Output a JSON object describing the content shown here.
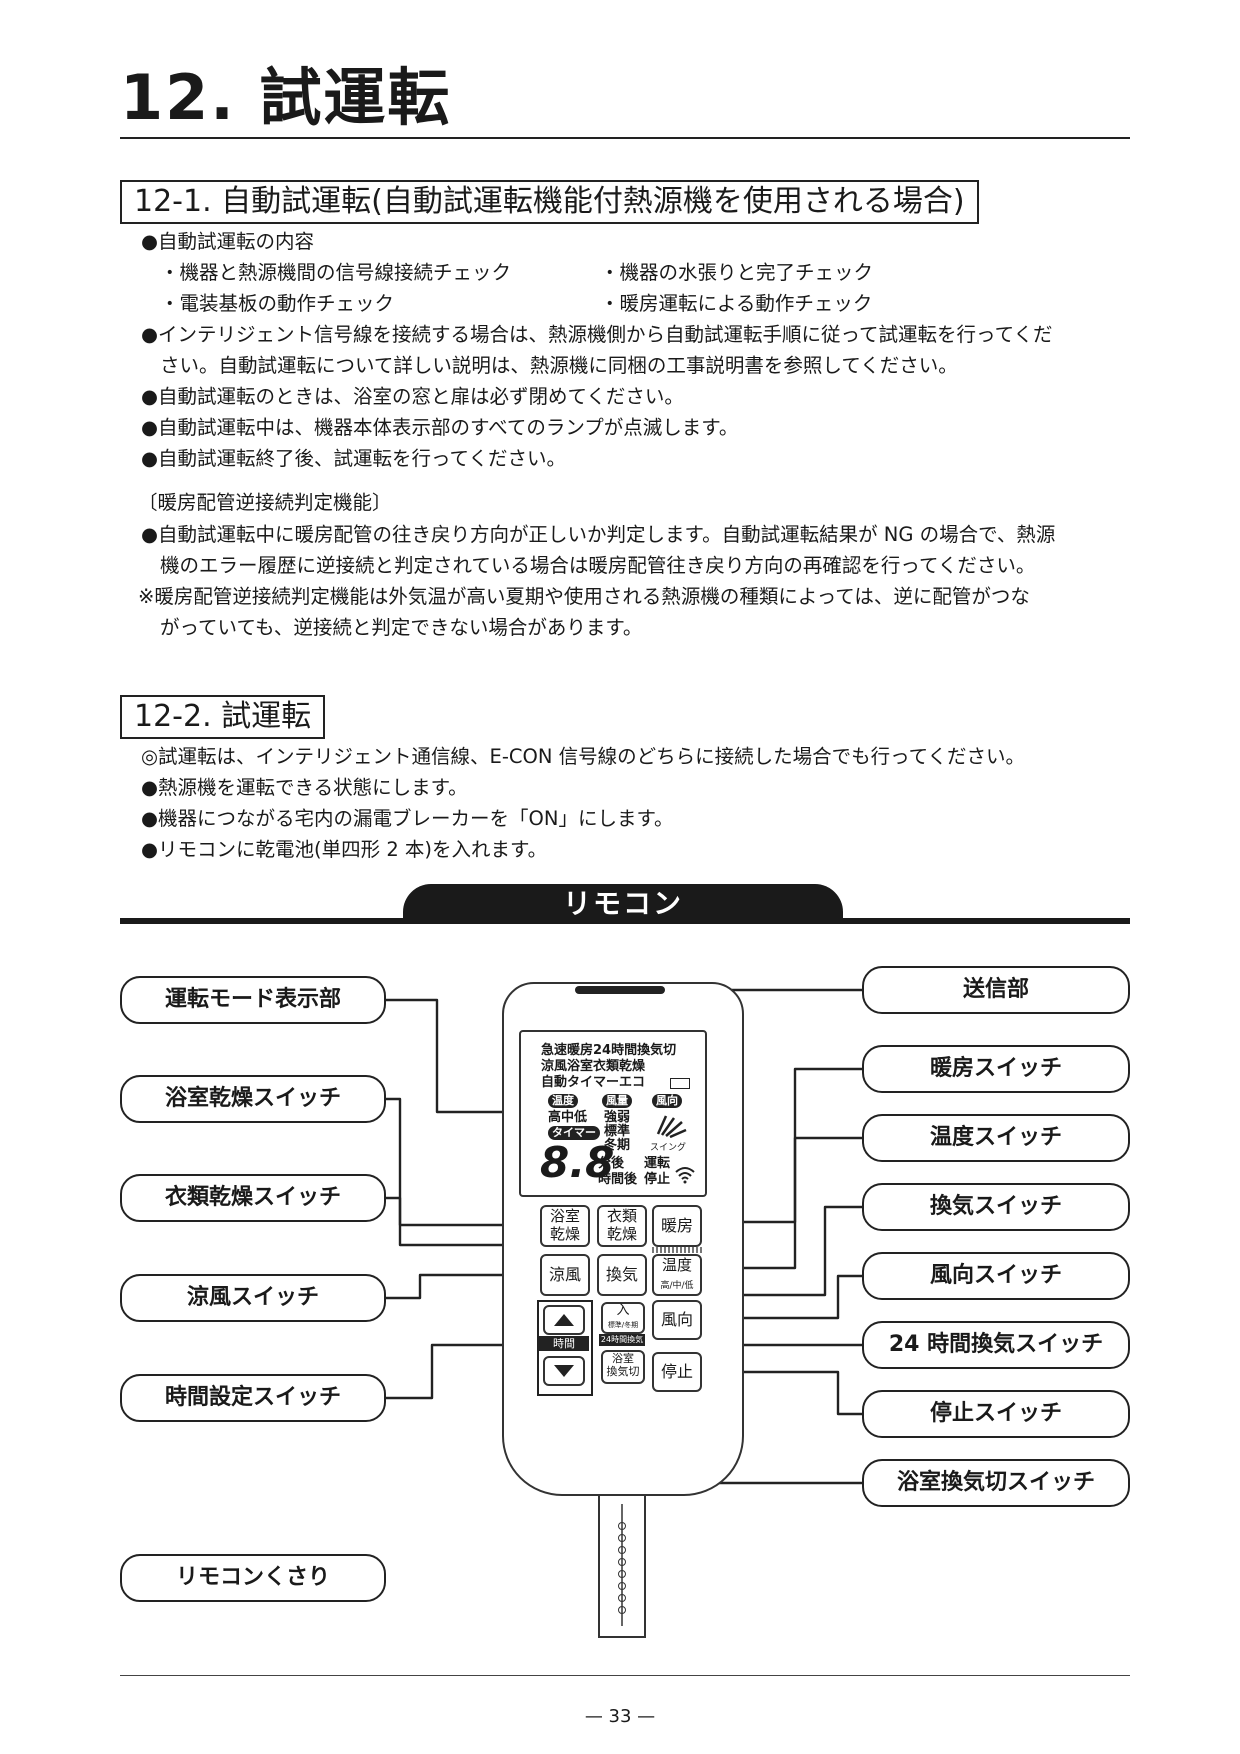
{
  "heading": "12. 試運転",
  "sec1": {
    "title": "12-1. 自動試運転(自動試運転機能付熱源機を使用される場合)",
    "content_title": "●自動試運転の内容",
    "checks": [
      "・機器と熱源機間の信号線接続チェック",
      "・機器の水張りと完了チェック",
      "・電装基板の動作チェック",
      "・暖房運転による動作チェック"
    ],
    "b1a": "●インテリジェント信号線を接続する場合は、熱源機側から自動試運転手順に従って試運転を行ってくだ",
    "b1b": "さい。自動試運転について詳しい説明は、熱源機に同梱の工事説明書を参照してください。",
    "b2": "●自動試運転のときは、浴室の窓と扉は必ず閉めてください。",
    "b3": "●自動試運転中は、機器本体表示部のすべてのランプが点滅します。",
    "b4": "●自動試運転終了後、試運転を行ってください。",
    "sub": "〔暖房配管逆接続判定機能〕",
    "s1a": "●自動試運転中に暖房配管の往き戻り方向が正しいか判定します。自動試運転結果が NG の場合で、熱源",
    "s1b": "機のエラー履歴に逆接続と判定されている場合は暖房配管往き戻り方向の再確認を行ってください。",
    "s2a": "※暖房配管逆接続判定機能は外気温が高い夏期や使用される熱源機の種類によっては、逆に配管がつな",
    "s2b": "がっていても、逆接続と判定できない場合があります。"
  },
  "sec2": {
    "title": "12-2. 試運転",
    "l1": "◎試運転は、インテリジェント通信線、E-CON 信号線のどちらに接続した場合でも行ってください。",
    "l2": "●熱源機を運転できる状態にします。",
    "l3": "●機器につながる宅内の漏電ブレーカーを「ON」にします。",
    "l4": "●リモコンに乾電池(単四形 2 本)を入れます。"
  },
  "banner": "リモコン",
  "labels": {
    "left": [
      "運転モード表示部",
      "浴室乾燥スイッチ",
      "衣類乾燥スイッチ",
      "涼風スイッチ",
      "時間設定スイッチ",
      "リモコンくさり"
    ],
    "right": [
      "送信部",
      "暖房スイッチ",
      "温度スイッチ",
      "換気スイッチ",
      "風向スイッチ",
      "24 時間換気スイッチ",
      "停止スイッチ",
      "浴室換気切スイッチ"
    ]
  },
  "lcd": {
    "row1": "急速暖房24時間換気切",
    "row2": "涼風浴室衣類乾燥",
    "row3": "自動タイマーエコ",
    "p_temp": "温度",
    "p_vol": "風量",
    "p_dir": "風向",
    "temp_levels": "高中低",
    "vol1": "強弱",
    "vol2": "標準",
    "vol3": "冬期",
    "p_timer": "タイマー",
    "digits": "8.8",
    "after": "分後",
    "later": "時間後",
    "run": "運転",
    "stop": "停止",
    "swing": "スイング"
  },
  "buttons": {
    "bath_dry_1": "浴室",
    "bath_dry_2": "乾燥",
    "cloth_dry_1": "衣類",
    "cloth_dry_2": "乾燥",
    "heat": "暖房",
    "cool": "涼風",
    "vent": "換気",
    "temp": "温度",
    "temp_sub": "高/中/低",
    "time": "時間",
    "on": "入",
    "on_sub": "標準/冬期",
    "vent24": "24時間換気",
    "dir": "風向",
    "bath_off_1": "浴室",
    "bath_off_2": "換気切",
    "stop": "停止"
  },
  "page": "— 33 —"
}
